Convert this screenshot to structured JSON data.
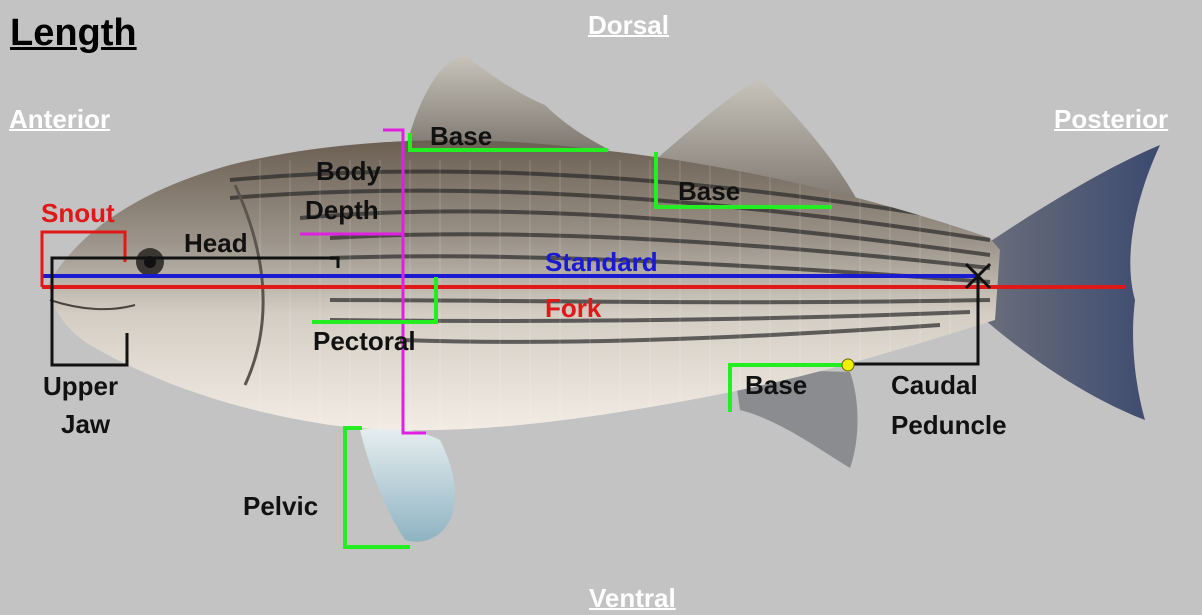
{
  "title": "Length",
  "orientation": {
    "dorsal": "Dorsal",
    "ventral": "Ventral",
    "anterior": "Anterior",
    "posterior": "Posterior"
  },
  "labels": {
    "snout": "Snout",
    "head": "Head",
    "body_depth_line1": "Body",
    "body_depth_line2": "Depth",
    "base_dorsal1": "Base",
    "base_dorsal2": "Base",
    "base_anal": "Base",
    "standard": "Standard",
    "fork": "Fork",
    "pectoral": "Pectoral",
    "upper_jaw_line1": "Upper",
    "upper_jaw_line2": "Jaw",
    "caudal_peduncle_line1": "Caudal",
    "caudal_peduncle_line2": "Peduncle",
    "pelvic": "Pelvic"
  },
  "colors": {
    "background": "#c3c3c3",
    "standard": "#1a1ad0",
    "fork": "#e01818",
    "snout": "#e01818",
    "fin_base": "#22ee22",
    "body_depth": "#e020e0",
    "head": "#111111",
    "peduncle_marker": "#f0f000"
  }
}
